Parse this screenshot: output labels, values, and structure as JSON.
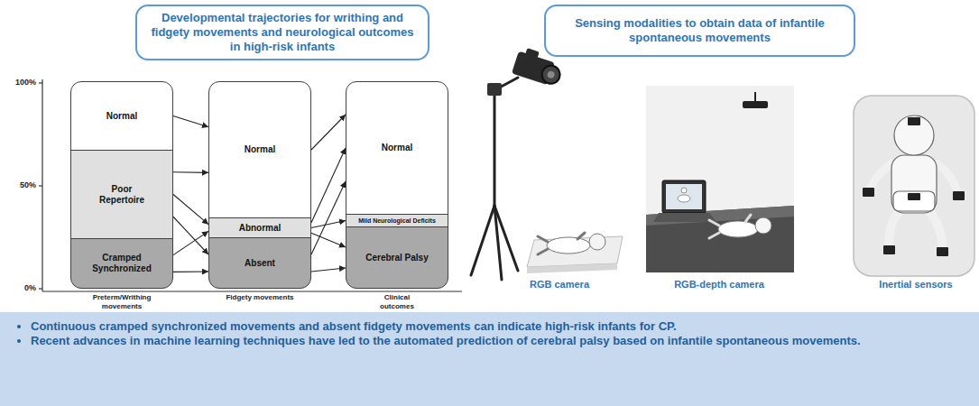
{
  "diagram": {
    "nodes": [
      {
        "text": [
          "Developmental trajectories for writhing and fidgety movements and neurological outcomes in high-risk infants"
        ]
      },
      {
        "text": [
          "Sensing modalities to obtain data of infantile spontaneous movements"
        ]
      },
      {
        "text": [
          "Normal"
        ]
      },
      {
        "text": [
          "Poor Repertoire"
        ]
      },
      {
        "text": [
          "Cramped Synchronized"
        ]
      },
      {
        "text": [
          "Normal"
        ]
      },
      {
        "text": [
          "Abnormal"
        ]
      },
      {
        "text": [
          "Absent"
        ]
      },
      {
        "text": [
          "Normal"
        ]
      },
      {
        "text": [
          "Mild Neurological Deficits"
        ]
      },
      {
        "text": [
          "Cerebral Palsy"
        ]
      },
      {
        "text": [
          "Continuous cramped synchronized movements and absent fidgety movements can indicate high-risk infants for CP.",
          "Recent advances in machine learning techniques have led to the automated prediction of cerebral palsy based on infantile spontaneous movements."
        ]
      }
    ],
    "edges": [
      {
        "from": 2,
        "to": 5,
        "arrow": "to"
      },
      {
        "from": 3,
        "to": 5,
        "arrow": "to"
      },
      {
        "from": 3,
        "to": 6,
        "arrow": "to"
      },
      {
        "from": 3,
        "to": 7,
        "arrow": "to"
      },
      {
        "from": 4,
        "to": 6,
        "arrow": "to"
      },
      {
        "from": 4,
        "to": 7,
        "arrow": "to"
      },
      {
        "from": 5,
        "to": 8,
        "arrow": "to"
      },
      {
        "from": 6,
        "to": 8,
        "arrow": "to"
      },
      {
        "from": 6,
        "to": 9,
        "arrow": "to"
      },
      {
        "from": 6,
        "to": 10,
        "arrow": "to"
      },
      {
        "from": 7,
        "to": 8,
        "arrow": "to"
      },
      {
        "from": 7,
        "to": 10,
        "arrow": "to"
      }
    ],
    "labels": [
      "100%",
      "50%",
      "0%",
      "Preterm/Writhing movements",
      "Fidgety movements",
      "Clinical outcomes",
      "RGB camera",
      "RGB-depth camera",
      "Inertial sensors"
    ]
  }
}
